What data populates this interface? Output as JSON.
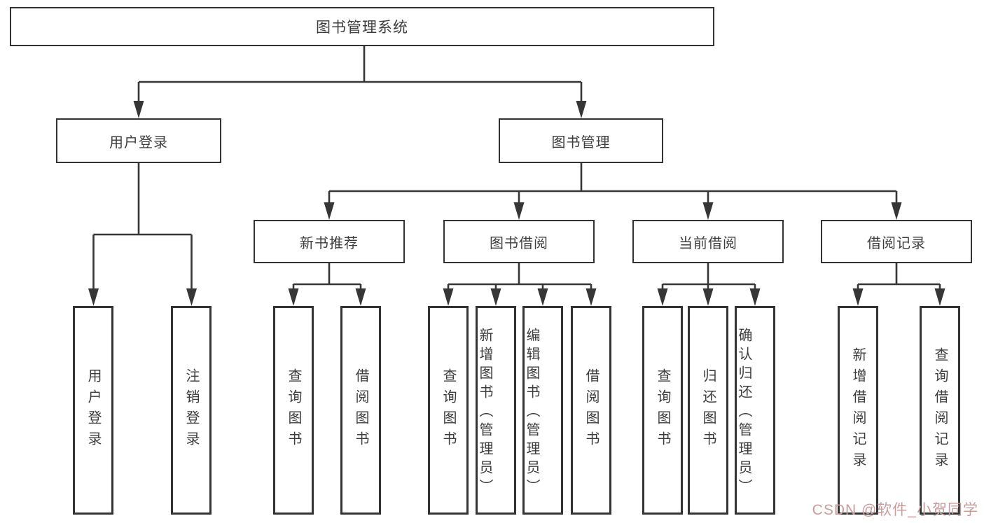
{
  "diagram": {
    "root": {
      "label": "图书管理系统"
    },
    "level2": [
      {
        "label": "用户登录"
      },
      {
        "label": "图书管理"
      }
    ],
    "level3": [
      {
        "label": "新书推荐"
      },
      {
        "label": "图书借阅"
      },
      {
        "label": "当前借阅"
      },
      {
        "label": "借阅记录"
      }
    ],
    "leaves": {
      "user_login": [
        {
          "label": "用户登录"
        },
        {
          "label": "注销登录"
        }
      ],
      "new_book": [
        {
          "label": "查询图书"
        },
        {
          "label": "借阅图书"
        }
      ],
      "borrow": [
        {
          "label": "查询图书"
        },
        {
          "label": "新增图书（管理员）"
        },
        {
          "label": "编辑图书（管理员）"
        },
        {
          "label": "借阅图书"
        }
      ],
      "current": [
        {
          "label": "查询图书"
        },
        {
          "label": "归还图书"
        },
        {
          "label": "确认归还（管理员）"
        }
      ],
      "records": [
        {
          "label": "新增借阅记录"
        },
        {
          "label": "查询借阅记录"
        }
      ]
    }
  },
  "watermark": {
    "text": "CSDN @软件_小贺同学"
  },
  "colors": {
    "line": "#363636",
    "border": "#333333",
    "text": "#3d3d3d",
    "background": "#ffffff",
    "watermark": "#c99c9c"
  }
}
